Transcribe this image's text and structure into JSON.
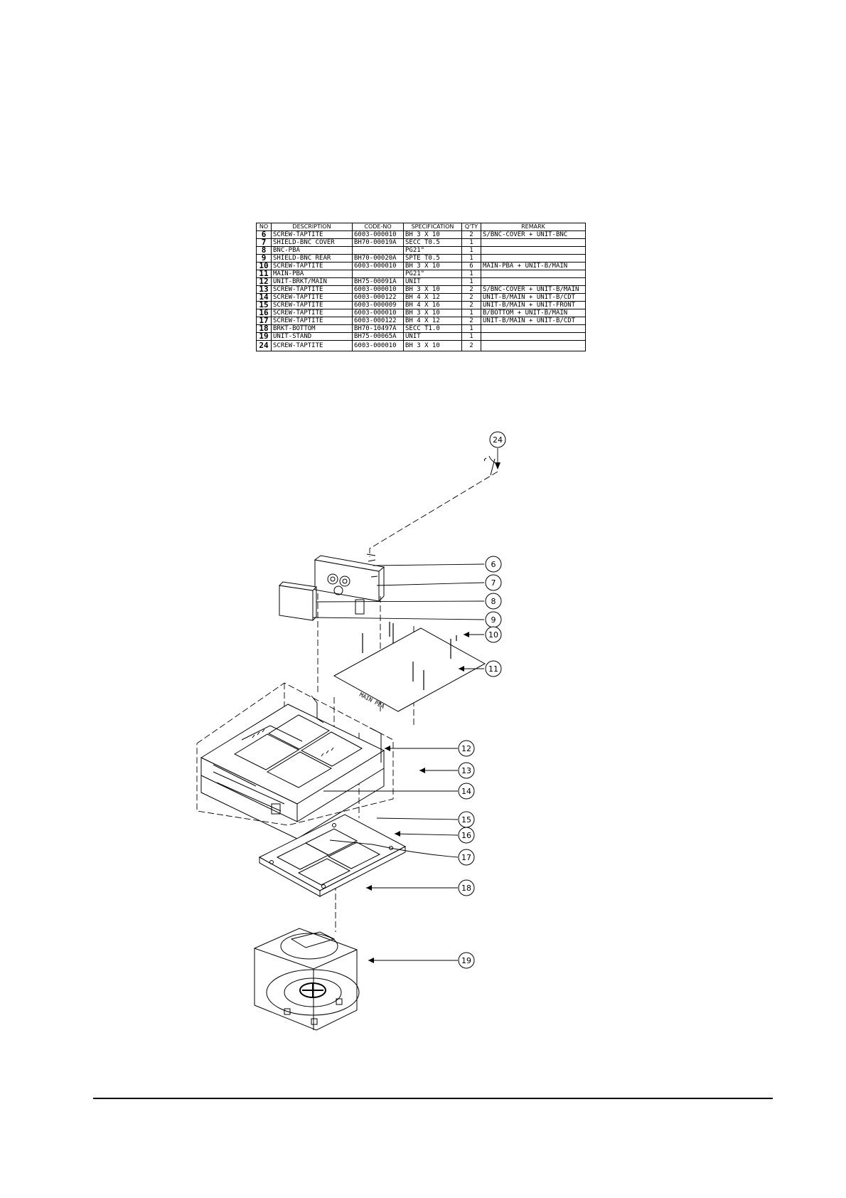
{
  "parts_table": {
    "headers": {
      "no": "NO",
      "description": "DESCRIPTION",
      "code_no": "CODE-NO",
      "specification": "SPECIFICATION",
      "qty": "Q'TY",
      "remark": "REMARK"
    },
    "rows": [
      {
        "no": "6",
        "description": "SCREW-TAPTITE",
        "code_no": "6003-000010",
        "specification": "BH 3 X 10",
        "qty": "2",
        "remark": "S/BNC-COVER + UNIT-BNC"
      },
      {
        "no": "7",
        "description": "SHIELD-BNC COVER",
        "code_no": "BH70-00019A",
        "specification": "SECC T0.5",
        "qty": "1",
        "remark": ""
      },
      {
        "no": "8",
        "description": "BNC-PBA",
        "code_no": "",
        "specification": "PG21\"",
        "qty": "1",
        "remark": ""
      },
      {
        "no": "9",
        "description": "SHIELD-BNC REAR",
        "code_no": "BH70-00020A",
        "specification": "SPTE T0.5",
        "qty": "1",
        "remark": ""
      },
      {
        "no": "10",
        "description": "SCREW-TAPTITE",
        "code_no": "6003-000010",
        "specification": "BH 3 X 10",
        "qty": "6",
        "remark": "MAIN-PBA + UNIT-B/MAIN"
      },
      {
        "no": "11",
        "description": "MAIN-PBA",
        "code_no": "",
        "specification": "PG21\"",
        "qty": "1",
        "remark": ""
      },
      {
        "no": "12",
        "description": "UNIT-BRKT/MAIN",
        "code_no": "BH75-00091A",
        "specification": "UNIT",
        "qty": "1",
        "remark": ""
      },
      {
        "no": "13",
        "description": "SCREW-TAPTITE",
        "code_no": "6003-000010",
        "specification": "BH 3 X 10",
        "qty": "2",
        "remark": "S/BNC-COVER + UNIT-B/MAIN"
      },
      {
        "no": "14",
        "description": "SCREW-TAPTITE",
        "code_no": "6003-000122",
        "specification": "BH 4 X 12",
        "qty": "2",
        "remark": "UNIT-B/MAIN + UNIT-B/CDT"
      },
      {
        "no": "15",
        "description": "SCREW-TAPTITE",
        "code_no": "6003-000009",
        "specification": "BH 4 X 16",
        "qty": "2",
        "remark": "UNIT-B/MAIN + UNIT-FRONT"
      },
      {
        "no": "16",
        "description": "SCREW-TAPTITE",
        "code_no": "6003-000010",
        "specification": "BH 3 X 10",
        "qty": "1",
        "remark": "B/BOTTOM + UNIT-B/MAIN"
      },
      {
        "no": "17",
        "description": "SCREW-TAPTITE",
        "code_no": "6003-000122",
        "specification": "BH 4 X 12",
        "qty": "2",
        "remark": "UNIT-B/MAIN + UNIT-B/CDT"
      },
      {
        "no": "18",
        "description": "BRKT-BOTTOM",
        "code_no": "BH70-10497A",
        "specification": "SECC T1.0",
        "qty": "1",
        "remark": ""
      },
      {
        "no": "19",
        "description": "UNIT-STAND",
        "code_no": "BH75-00065A",
        "specification": "UNIT",
        "qty": "1",
        "remark": ""
      },
      {
        "no": "24",
        "description": "SCREW-TAPTITE",
        "code_no": "6003-000010",
        "specification": "BH 3 X 10",
        "qty": "2",
        "remark": ""
      }
    ]
  },
  "diagram": {
    "board_label": "MAIN PBA",
    "callouts": [
      "24",
      "6",
      "7",
      "8",
      "9",
      "10",
      "11",
      "12",
      "13",
      "14",
      "15",
      "16",
      "17",
      "18",
      "19"
    ]
  }
}
